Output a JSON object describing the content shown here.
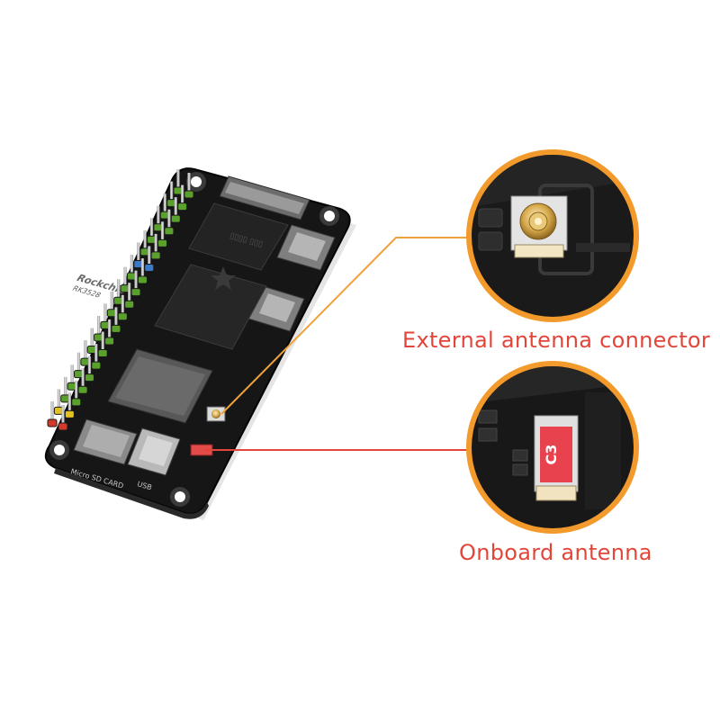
{
  "callouts": {
    "external_antenna": {
      "label": "External antenna connector"
    },
    "onboard_antenna": {
      "label": "Onboard antenna"
    }
  },
  "board": {
    "silkscreen": {
      "microsd": "Micro SD CARD",
      "usb": "USB",
      "chip_brand": "Rockchip",
      "chip_model": "RK3528",
      "antenna_marking": "C3"
    }
  },
  "colors": {
    "accent": "#e2463a",
    "leader_line": "#f0a23a",
    "pcb": "#141414",
    "ring": "#f39a2c",
    "pin_green": "#5aa02c",
    "pin_blue": "#3a78c8",
    "pin_yellow": "#e3c11e",
    "pin_red": "#d23a2a"
  }
}
